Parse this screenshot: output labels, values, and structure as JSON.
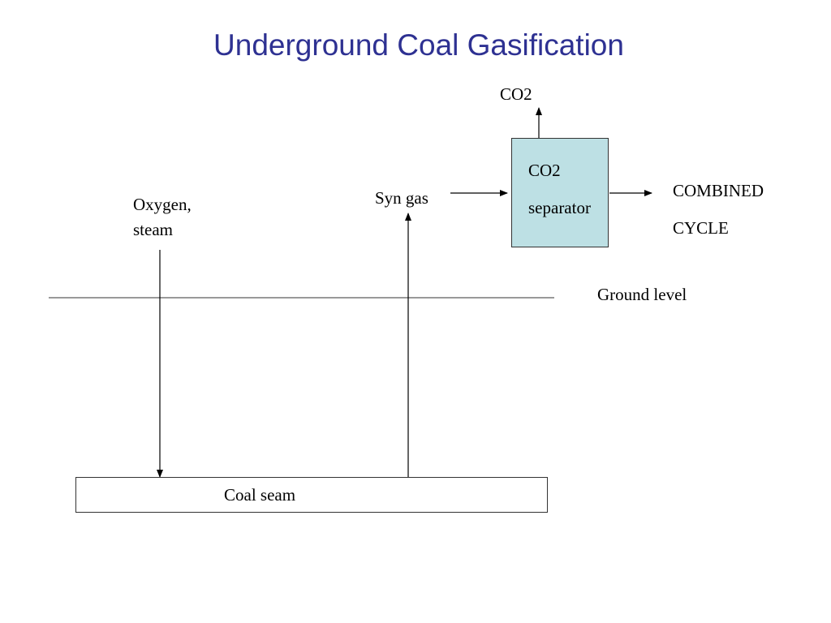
{
  "title": "Underground Coal Gasification",
  "labels": {
    "co2_top": "CO2",
    "separator_line1": "CO2",
    "separator_line2": "separator",
    "combined_line1": "COMBINED",
    "combined_line2": "CYCLE",
    "syn_gas": "Syn gas",
    "oxygen_line1": "Oxygen,",
    "oxygen_line2": "steam",
    "ground_level": "Ground level",
    "coal_seam": "Coal seam"
  },
  "colors": {
    "title": "#2e3192",
    "separator_fill": "#bde0e4",
    "lines": "#000000"
  }
}
